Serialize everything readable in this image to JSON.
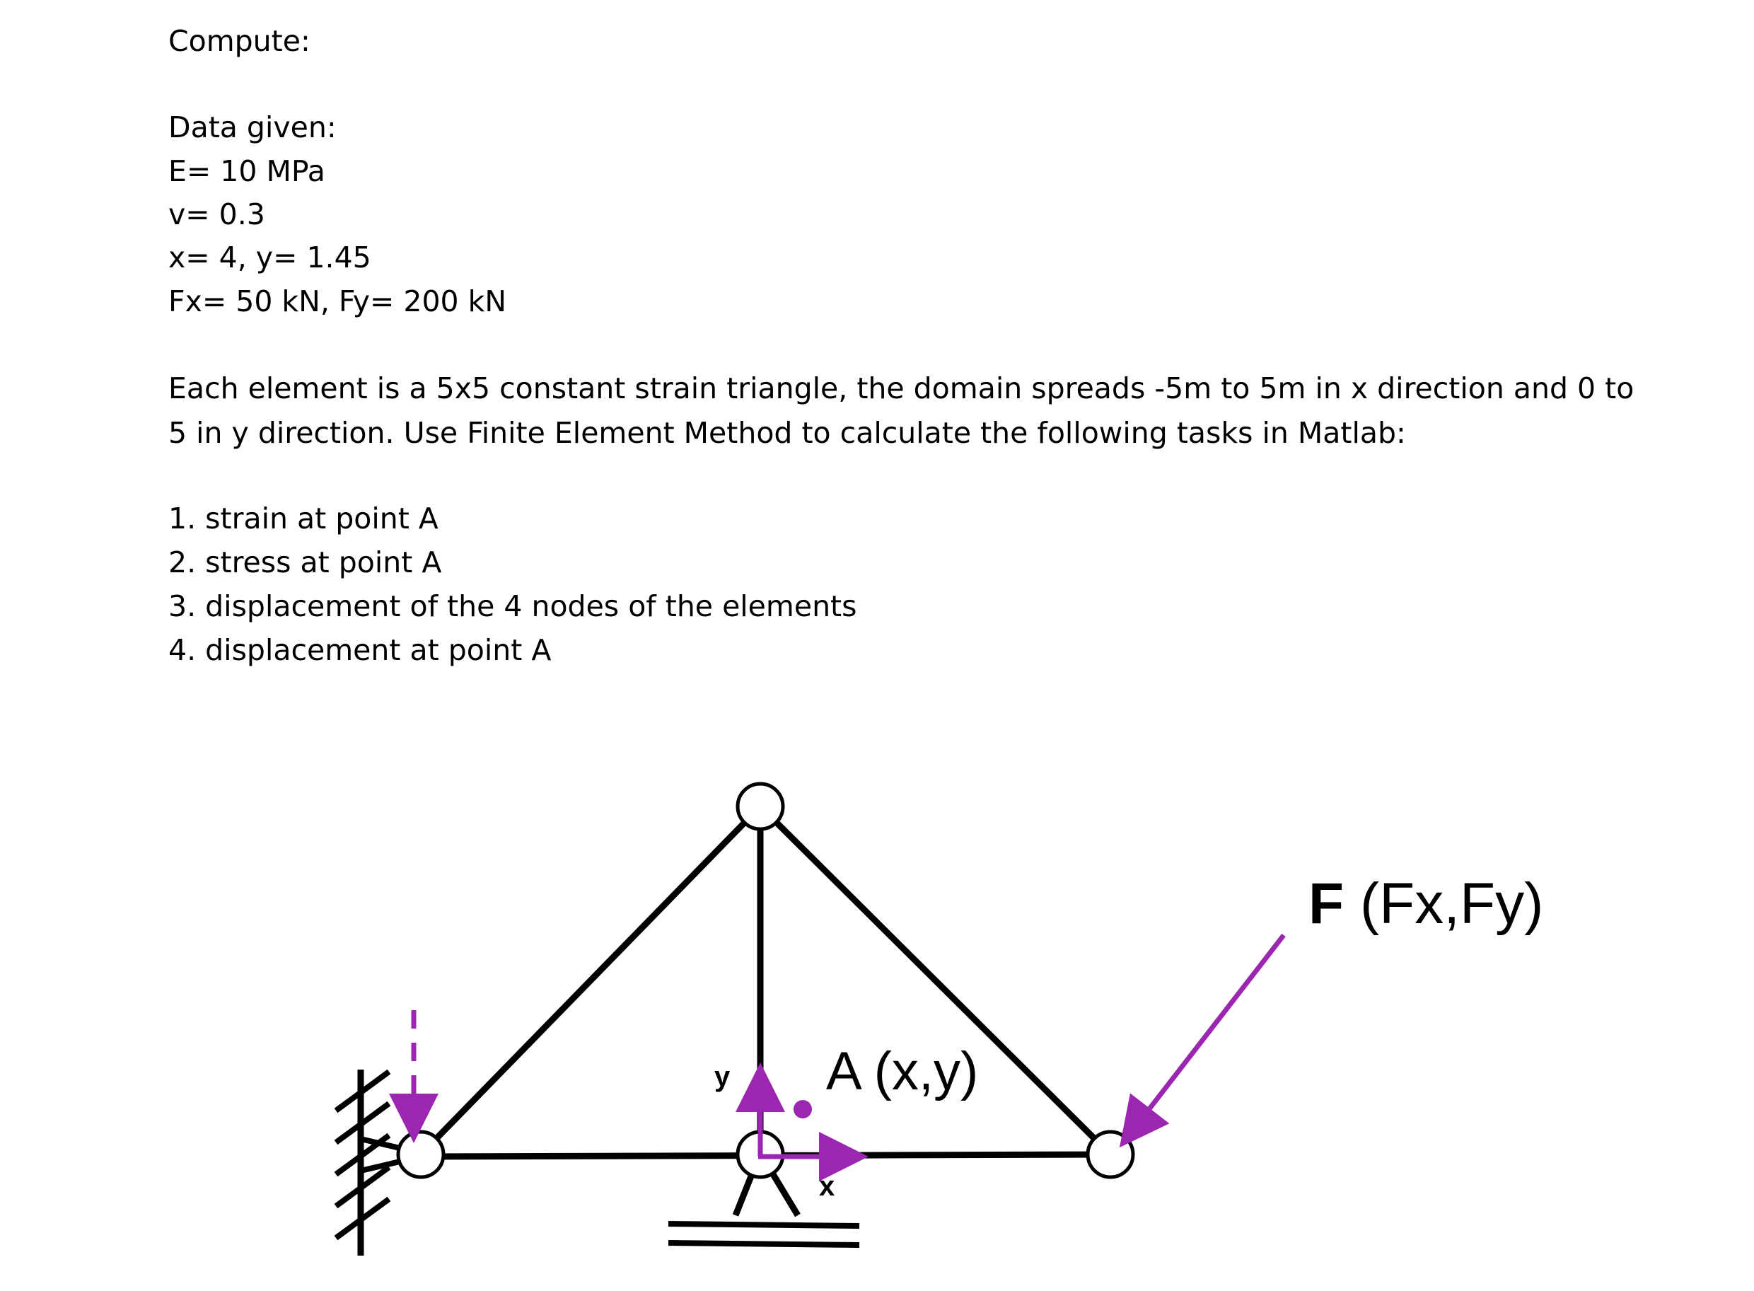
{
  "heading": "Compute:",
  "data_given": {
    "title": "Data given:",
    "lines": [
      "E= 10 MPa",
      "v= 0.3",
      "x= 4, y= 1.45",
      "Fx= 50 kN, Fy= 200 kN"
    ]
  },
  "description": "Each element is a 5x5 constant strain triangle, the domain spreads -5m to 5m in x direction and 0 to 5 in y direction. Use Finite Element Method to calculate the following tasks in Matlab:",
  "tasks": [
    "1. strain at point A",
    "2. stress at point A",
    "3. displacement of the 4 nodes of the elements",
    "4. displacement at point A"
  ],
  "diagram": {
    "force_label_bold": "F",
    "force_label_rest": " (Fx,Fy)",
    "point_label": "A (x,y)",
    "axis_y_label": "y",
    "axis_x_label": "x",
    "colors": {
      "member": "#000000",
      "accent": "#9b27b0",
      "node_fill": "#ffffff"
    }
  }
}
